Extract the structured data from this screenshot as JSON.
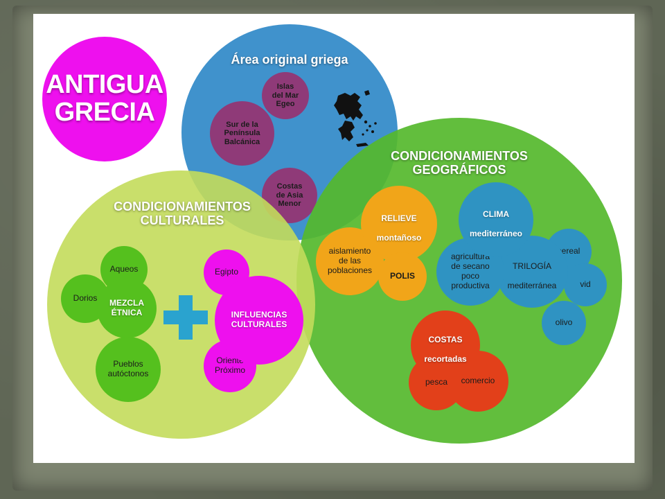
{
  "title": "ANTIGUA\nGRECIA",
  "area": {
    "heading": "Área original griega",
    "islands": "Islas\ndel Mar\nEgeo",
    "south": "Sur de la\nPenínsula\nBalcánica",
    "asia": "Costas\nde Asia\nMenor"
  },
  "cultural": {
    "heading": "CONDICIONAMIENTOS\nCULTURALES",
    "aqueos": "Aqueos",
    "dorios": "Dorios",
    "mezcla": "MEZCLA\nÉTNICA",
    "pueblos": "Pueblos\nautóctonos",
    "egipto": "Egipto",
    "influencias": "INFLUENCIAS\nCULTURALES",
    "oriente": "Oriente\nPróximo"
  },
  "geo": {
    "heading": "CONDICIONAMIENTOS\nGEOGRÁFICOS",
    "relieve_title": "RELIEVE",
    "relieve_sub": "montañoso",
    "aislamiento": "aislamiento\nde las\npoblaciones",
    "polis": "POLIS",
    "clima_title": "CLIMA",
    "clima_sub": "mediterráneo",
    "agricultura": "agricultura\nde secano\npoco\nproductiva",
    "trilogia_title": "TRILOGÍA",
    "trilogia_sub": "mediterránea",
    "cereal": "cereal",
    "vid": "vid",
    "olivo": "olivo",
    "costas_title": "COSTAS",
    "costas_sub": "recortadas",
    "pesca": "pesca",
    "comercio": "comercio"
  },
  "colors": {
    "magenta": "#ee10ee",
    "blue": "#2b86c6",
    "green": "#55b82c",
    "lime": "#c3dc5b",
    "purple": "#8f3a78",
    "orange": "#f1a519",
    "teal": "#2f93c2",
    "red": "#e2401a"
  },
  "icons": [
    "greece-map-icon",
    "plus-icon"
  ]
}
